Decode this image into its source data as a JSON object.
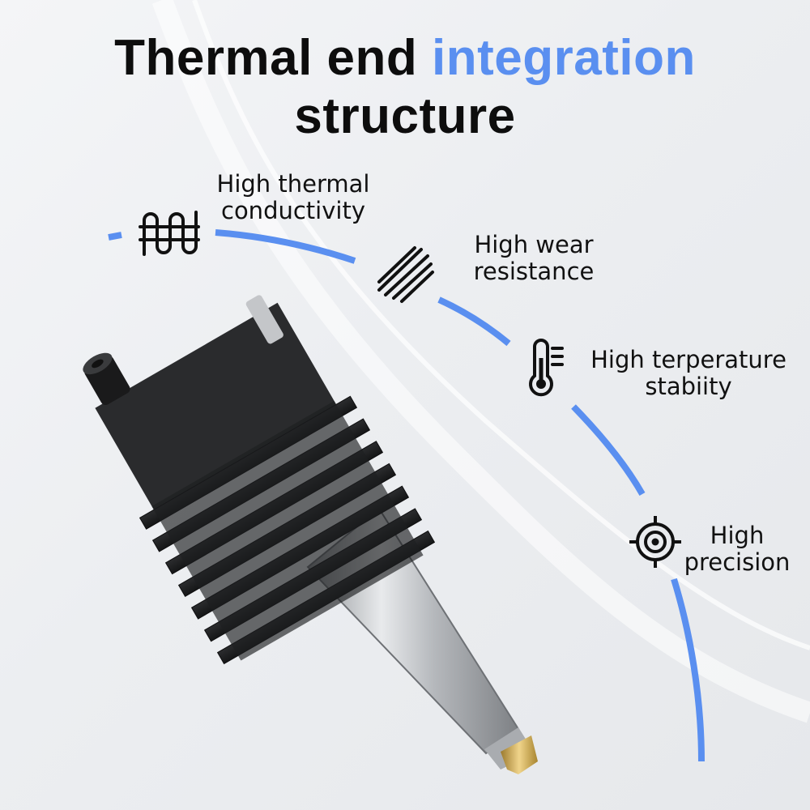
{
  "title": {
    "part1": "Thermal end ",
    "accent": "integration",
    "line2": "structure",
    "accent_color": "#5a8ff0"
  },
  "features": [
    {
      "line1": "High thermal",
      "line2": "conductivity",
      "icon": "heating-coil-icon"
    },
    {
      "line1": "High wear",
      "line2": "resistance",
      "icon": "wear-lines-icon"
    },
    {
      "line1": "High terperature",
      "line2": "stabiity",
      "icon": "thermometer-icon"
    },
    {
      "line1": "High",
      "line2": "precision",
      "icon": "crosshair-target-icon"
    }
  ],
  "colors": {
    "arc": "#5a8ff0",
    "heatsink": "#1f2022",
    "throat": "#b9bcc0",
    "nozzle": "#c9a24a"
  }
}
